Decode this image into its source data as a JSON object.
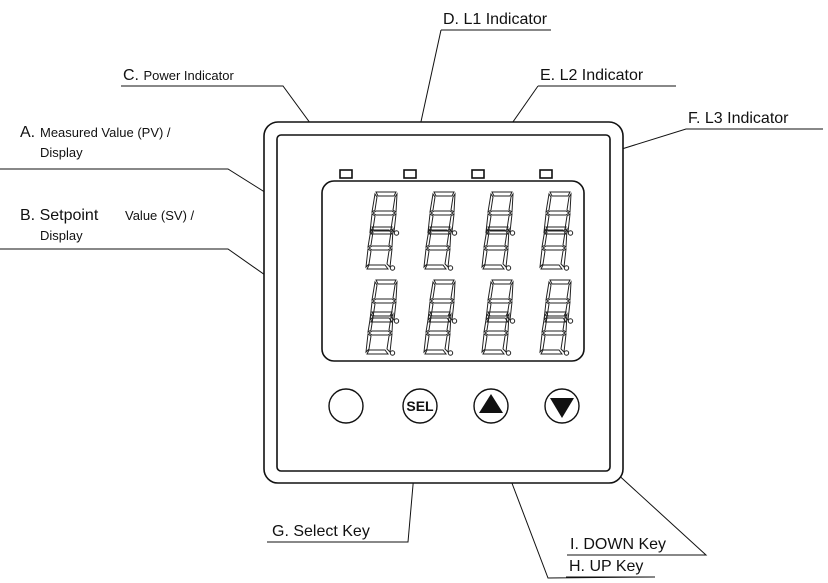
{
  "labels": {
    "a_prefix": "A.",
    "a_text": "Measured Value (PV) /",
    "a_text2": "Display",
    "b_prefix": "B. Setpoint",
    "b_text": "Value (SV) /",
    "b_text2": "Display",
    "c": "C. Power Indicator",
    "d": "D. L1 Indicator",
    "e": "E. L2 Indicator",
    "f": "F. L3 Indicator",
    "g": "G. Select Key",
    "h": "H. UP Key",
    "i": "I. DOWN Key"
  },
  "keys": {
    "sel_label": "SEL"
  }
}
